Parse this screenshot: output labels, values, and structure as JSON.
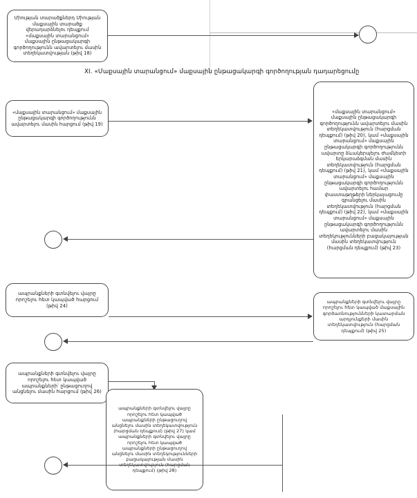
{
  "document": {
    "section_title": "XI. «Մաքսային տարանցում» մաքսային ընթացակարգի գործողության դադարեցումը"
  },
  "diagram_data": {
    "type": "flowchart",
    "orientation": "left-to-right",
    "nodes": [
      {
        "id": "node-18",
        "shape": "rounded-rectangle",
        "ref": "թիվ 18",
        "text": "Միության տարածքներդ Միության մաքսային տարածք վերադարձնելու դեպքում «մաքսային տարանցում» մաքսային ընթացակարգի գործողությունն ավարտելու մասին տեղեկատվության (թիվ 18)"
      },
      {
        "id": "node-19",
        "shape": "rounded-rectangle",
        "ref": "թիվ 19",
        "text": "«մաքսային տարանցում» մաքսային ընթացակարգի գործողությունն ավարտելու մասին հարցում (թիվ 19)"
      },
      {
        "id": "node-big",
        "shape": "rounded-rectangle",
        "ref": "թիվ 20, թիվ 21, թիվ 22, թիվ 23",
        "text": "«մաքսային տարանցում» մաքսային ընթացակարգի գործողությունն ավարտելու մասին տեղեկատվություն (հարցման դեպքում) (թիվ 20), կամ «մաքսային տարանցում» մաքսային ընթացակարգի գործողությունն ավարտը ձևակերպելու Ժամկետի երկարաձգման մասին տեղեկատվություն (հարցման դեպքում) (թիվ 21), կամ «մաքսային տարանցում» մաքսային ընթացակարգի գործողությունն ավարտելու համար փաստաթղթերի ներկայացումը գրանցելու մասին տեղեկատվություն (հարցման դեպքում) (թիվ 22), կամ «մաքսային տարանցում» մաքսային ընթացակարգի գործողությունն ավարտելու մասին տեղեկությունների բացակայության մասին տեղեկատվություն (հարցման դեպքում) (թիվ 23)"
      },
      {
        "id": "node-24",
        "shape": "rounded-rectangle",
        "ref": "թիվ 24",
        "text": "ապրանքների գտնվելու վայրը որոշելու հետ կապված հարցում (թիվ 24)"
      },
      {
        "id": "node-25",
        "shape": "rounded-rectangle",
        "ref": "թիվ 25",
        "text": "ապրանքների գտնվելու վայրը որոշելու հետ կապված մաքսային գործառնությունների կատարման արդյունքերի մասին տեղեկատվություն (հարցման դեպքում) (թիվ 25)"
      },
      {
        "id": "node-26",
        "shape": "rounded-rectangle",
        "ref": "թիվ 26",
        "text": "ապրանքների գտնվելու վայրը որոշելու հետ կապված ապրանքների՝ ընթացուղով անցնելու մասին հարցում (թիվ 26)"
      },
      {
        "id": "node-27",
        "shape": "rounded-rectangle",
        "ref": "թիվ 27, թիվ 28",
        "text": "ապրանքների գտնվելու վայրը որոշելու հետ կապված ապրանքների ընթացուղով անցնելու մասին տեղեկատվություն (հարցման դեպքում) (թիվ 27) կամ ապրանքների գտնվելու վայրը որոշելու հետ կապված ապրանքների ընթացուղով անցնելու մասին տեղեկությունների բացակայության մասին տեղեկատվություն (հարցման դեպքում) (թիվ 28)"
      }
    ],
    "connectors": [
      {
        "id": "circle-a",
        "shape": "circle",
        "label": ""
      },
      {
        "id": "circle-b",
        "shape": "circle",
        "label": ""
      },
      {
        "id": "circle-c",
        "shape": "circle",
        "label": ""
      },
      {
        "id": "circle-d",
        "shape": "circle",
        "label": ""
      }
    ],
    "edges": [
      {
        "from": "node-18",
        "to": "circle-a",
        "direction": "right"
      },
      {
        "from": "node-19",
        "to": "node-big",
        "direction": "right"
      },
      {
        "from": "node-big",
        "to": "circle-b",
        "direction": "left"
      },
      {
        "from": "node-24",
        "to": "node-25",
        "direction": "right"
      },
      {
        "from": "node-25",
        "to": "circle-c",
        "direction": "left"
      },
      {
        "from": "node-26",
        "to": "node-27",
        "direction": "down"
      },
      {
        "from": "node-27",
        "to": "circle-d",
        "direction": "left"
      }
    ],
    "colors": {
      "stroke": "#4a4a4a",
      "line": "#595959",
      "faint_line": "#d2d2d2",
      "background": "#ffffff",
      "text": "#1a1a1a"
    }
  }
}
